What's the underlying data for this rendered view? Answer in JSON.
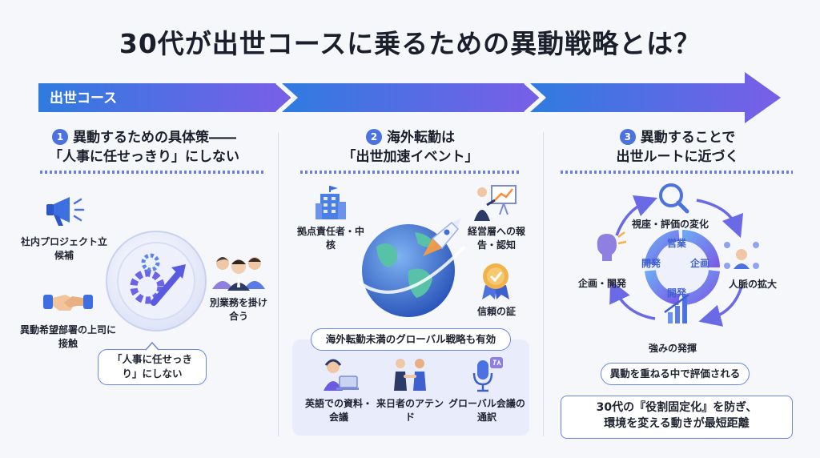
{
  "title": "30代が出世コースに乗るための異動戦略とは？",
  "course_label": "出世コース",
  "columns": [
    {
      "number": "1",
      "heading_line1": "異動するための具体策――",
      "heading_line2": "「人事に任せっきり」にしない",
      "items": {
        "project": "社内プロジェクト立候補",
        "contact": "異動希望部署の上司に接触",
        "side_job": "別業務を掛け合う"
      },
      "bubble": "「人事に任せっきり」にしない"
    },
    {
      "number": "2",
      "heading_line1": "海外転勤は",
      "heading_line2": "「出世加速イベント」",
      "items": {
        "hub": "拠点責任者・中核",
        "report": "経営層への報告・認知",
        "trust": "信頼の証"
      },
      "panel_title": "海外転勤未満のグローバル戦略も有効",
      "panel_items": {
        "english": "英語での資料・会議",
        "attend": "来日者のアテンド",
        "interpret": "グローバル会議の通訳"
      }
    },
    {
      "number": "3",
      "heading_line1": "異動することで",
      "heading_line2": "出世ルートに近づく",
      "cycle": {
        "view": "視座・評価の変化",
        "network": "人脈の拡大",
        "strength": "強みの発揮",
        "planning": "企画・開発",
        "inner_sales": "営業",
        "inner_plan": "企画",
        "inner_dev": "開発",
        "inner_dev2": "開発"
      },
      "pill": "異動を重ねる中で評価される",
      "box_line1": "30代の『役割固定化』を防ぎ、",
      "box_line2": "環境を変える動きが最短距離"
    }
  ],
  "colors": {
    "accent": "#4b72e0",
    "arrow_start": "#2f7be0",
    "arrow_end": "#7a5ee8"
  }
}
